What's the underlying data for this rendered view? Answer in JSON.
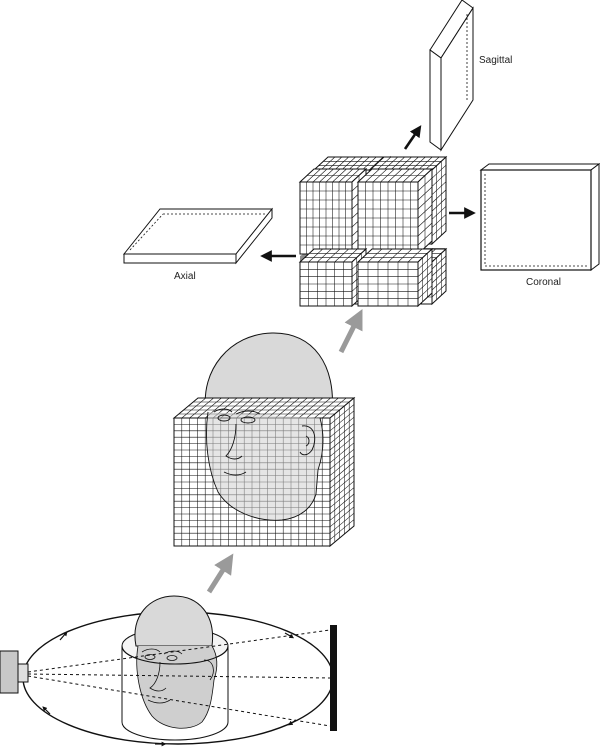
{
  "labels": {
    "sagittal": "Sagittal",
    "axial": "Axial",
    "coronal": "Coronal"
  },
  "colors": {
    "stroke": "#111111",
    "head_fill": "#d9d9d9",
    "slab_fill": "#ffffff",
    "cube_face": "#ffffff",
    "gap_fill": "#8c8c8c",
    "flow_arrow": "#9a9a9a",
    "detector": "#111111",
    "tube_fill": "#c8c8c8"
  }
}
